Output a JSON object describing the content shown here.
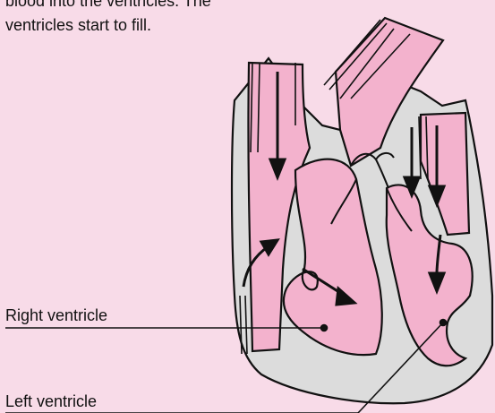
{
  "caption": {
    "line1": "blood into the ventricles. The",
    "line2": "ventricles start to fill."
  },
  "labels": {
    "right_ventricle": "Right ventricle",
    "left_ventricle": "Left ventricle"
  },
  "colors": {
    "background": "#f8dbe8",
    "blood_chamber": "#f3b2cd",
    "heart_wall": "#dcdcdc",
    "outline": "#111111"
  }
}
